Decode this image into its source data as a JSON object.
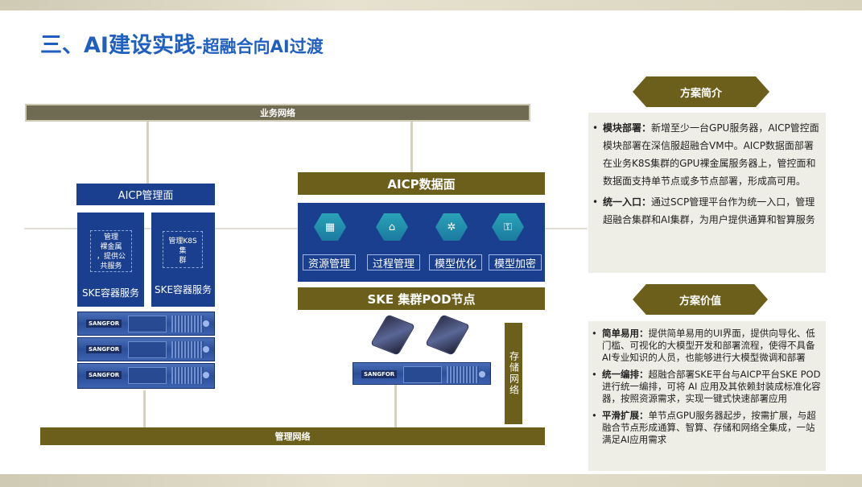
{
  "title": {
    "main": "三、AI建设实践",
    "sub": "-超融合向AI过渡"
  },
  "networks": {
    "business": "业务网络",
    "management": "管理网络",
    "storage": "存储网络"
  },
  "aicp_mgmt": {
    "title": "AICP管理面",
    "box1_inner": "管理\n裸金属\n，提供公\n共服务",
    "box2_inner": "管理K8S集\n群",
    "box1_label": "SKE容器服务",
    "box2_label": "SKE容器服务"
  },
  "servers": {
    "brand": "SANGFOR"
  },
  "aicp_data": {
    "title": "AICP数据面",
    "items": [
      {
        "label": "资源管理",
        "icon": "resource-management-icon"
      },
      {
        "label": "过程管理",
        "icon": "process-management-icon"
      },
      {
        "label": "模型优化",
        "icon": "model-optimization-icon"
      },
      {
        "label": "模型加密",
        "icon": "model-encryption-icon"
      }
    ]
  },
  "ske_pod": {
    "title": "SKE 集群POD节点"
  },
  "intro": {
    "heading": "方案简介",
    "items": [
      {
        "label": "模块部署：",
        "text": "新增至少一台GPU服务器，AICP管控面模块部署在深信服超融合VM中。AICP数据面部署在业务K8S集群的GPU裸金属服务器上，管控面和数据面支持单节点或多节点部署，形成高可用。"
      },
      {
        "label": "统一入口：",
        "text": "通过SCP管理平台作为统一入口，管理超融合集群和AI集群，为用户提供通算和智算服务"
      }
    ]
  },
  "value": {
    "heading": "方案价值",
    "items": [
      {
        "label": "简单易用：",
        "text": "提供简单易用的UI界面，提供向导化、低门槛、可视化的大模型开发和部署流程，使得不具备AI专业知识的人员，也能够进行大模型微调和部署"
      },
      {
        "label": "统一编排：",
        "text": "超融合部署SKE平台与AICP平台SKE POD进行统一编排，可将 AI 应用及其依赖封装成标准化容器，按照资源需求，实现一键式快速部署应用"
      },
      {
        "label": "平滑扩展：",
        "text": "单节点GPU服务器起步，按需扩展，与超融合节点形成通算、智算、存储和网络全集成，一站满足AI应用需求"
      }
    ]
  },
  "colors": {
    "accent_blue": "#1a3f8f",
    "olive": "#6b5f1b",
    "title_blue": "#1f5fbf"
  }
}
